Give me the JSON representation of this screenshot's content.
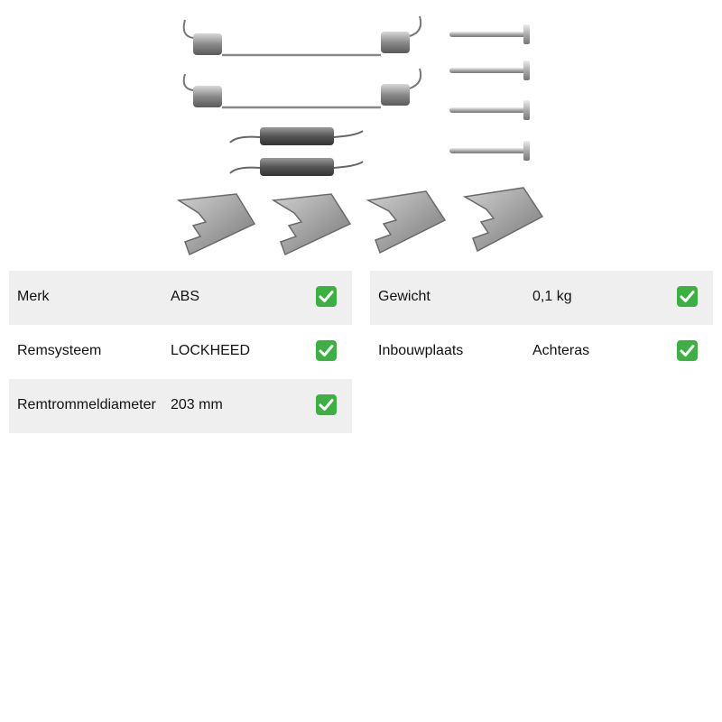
{
  "image": {
    "subject": "product-photo"
  },
  "specs_left": [
    {
      "label": "Merk",
      "value": "ABS",
      "verified": true
    },
    {
      "label": "Remsysteem",
      "value": "LOCKHEED",
      "verified": true
    },
    {
      "label": "Remtrommeldiameter",
      "value": "203 mm",
      "verified": true
    }
  ],
  "specs_right": [
    {
      "label": "Gewicht",
      "value": "0,1 kg",
      "verified": true
    },
    {
      "label": "Inbouwplaats",
      "value": "Achteras",
      "verified": true
    }
  ],
  "colors": {
    "row_shade": "#efefef",
    "check_green": "#3cb043"
  },
  "icons": {
    "verified": "check-mark-button-icon"
  }
}
